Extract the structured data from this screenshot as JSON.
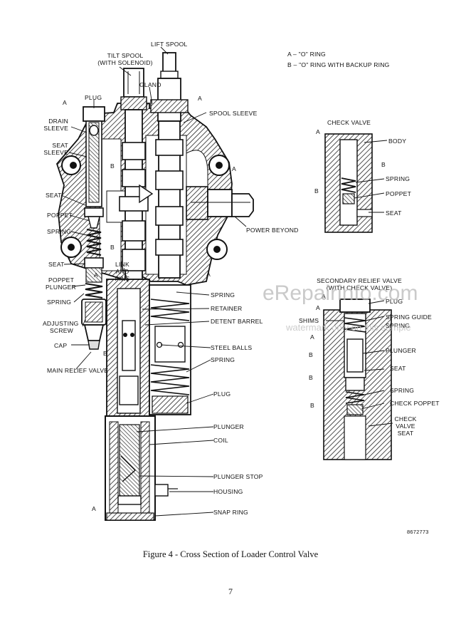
{
  "legend": {
    "a": "A – \"O\" RING",
    "b": "B – \"O\" RING WITH BACKUP RING"
  },
  "main_labels": {
    "lift_spool": "LIFT SPOOL",
    "tilt_spool_1": "TILT SPOOL",
    "tilt_spool_2": "(WITH SOLENOID)",
    "gland": "GLAND",
    "spool_sleeve": "SPOOL SLEEVE",
    "plug_top": "PLUG",
    "drain_sleeve_1": "DRAIN",
    "drain_sleeve_2": "SLEEVE",
    "seat_sleeve_1": "SEAT",
    "seat_sleeve_2": "SLEEVE",
    "seat_1": "SEAT",
    "poppet": "POPPET",
    "spring_1": "SPRING",
    "seat_2": "SEAT",
    "poppet_plunger_1": "POPPET",
    "poppet_plunger_2": "PLUNGER",
    "spring_2": "SPRING",
    "adjusting_screw_1": "ADJUSTING",
    "adjusting_screw_2": "SCREW",
    "cap": "CAP",
    "main_relief_valve": "MAIN RELIEF VALVE",
    "link_and_pins_1": "LINK",
    "link_and_pins_2": "AND",
    "link_and_pins_3": "PINS",
    "power_beyond": "POWER BEYOND",
    "spring_r1": "SPRING",
    "retainer": "RETAINER",
    "detent_barrel": "DETENT BARREL",
    "steel_balls": "STEEL BALLS",
    "spring_r2": "SPRING",
    "plug_r": "PLUG",
    "plunger": "PLUNGER",
    "coil": "COIL",
    "plunger_stop": "PLUNGER STOP",
    "housing": "HOUSING",
    "snap_ring": "SNAP RING",
    "a": "A",
    "b": "B"
  },
  "check_valve": {
    "title": "CHECK VALVE",
    "body": "BODY",
    "spring": "SPRING",
    "poppet": "POPPET",
    "seat": "SEAT",
    "a": "A",
    "b": "B"
  },
  "secondary_relief": {
    "title_1": "SECONDARY RELIEF VALVE",
    "title_2": "(WITH CHECK VALVE)",
    "plug": "PLUG",
    "shims": "SHIMS",
    "spring_guide": "SPRING GUIDE",
    "spring_1": "SPRING",
    "plunger": "PLUNGER",
    "seat": "SEAT",
    "spring_2": "SPRING",
    "check_poppet": "CHECK POPPET",
    "check_valve_seat_1": "CHECK",
    "check_valve_seat_2": "VALVE",
    "check_valve_seat_3": "SEAT",
    "a": "A",
    "b": "B"
  },
  "part_number": "8672773",
  "caption": "Figure 4 - Cross Section of Loader Control Valve",
  "page_number": "7",
  "watermark": {
    "site": "eRepairinfo.com",
    "sample": "watermark only on this sample"
  }
}
